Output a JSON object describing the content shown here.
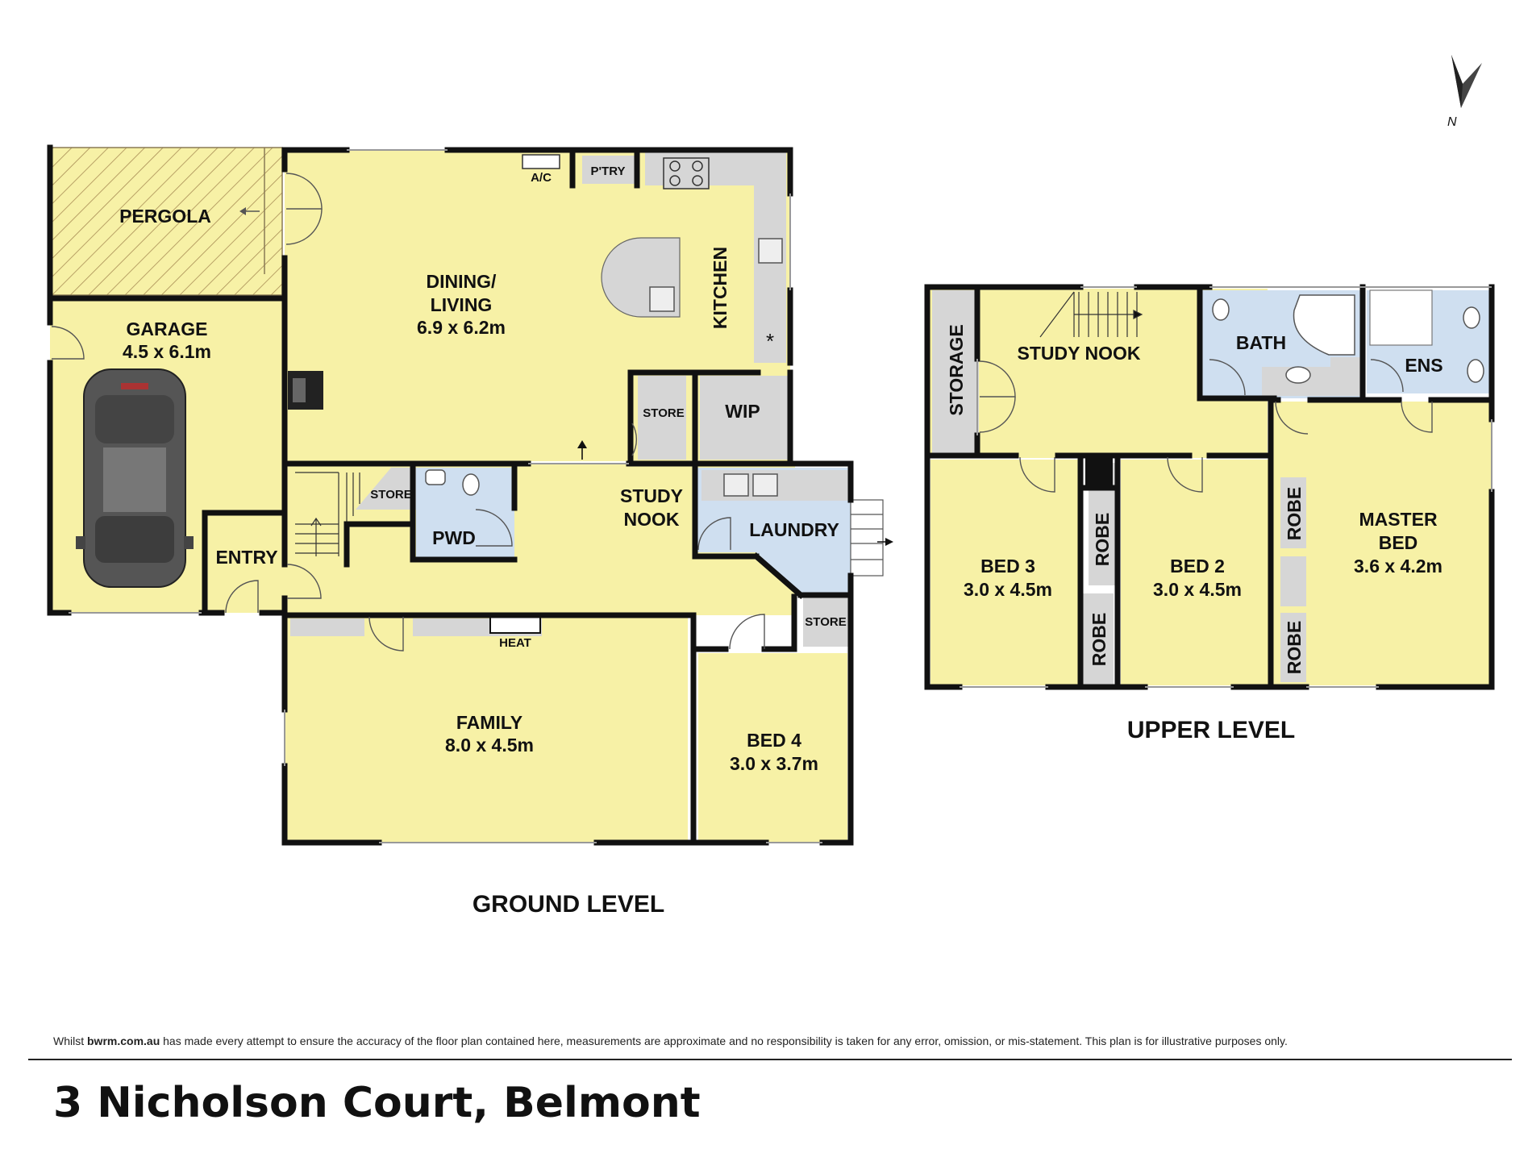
{
  "rooms": {
    "pergola": "PERGOLA",
    "garage": "GARAGE",
    "garage_size": "4.5 x 6.1m",
    "dining": "DINING/",
    "living": "LIVING",
    "dining_size": "6.9 x 6.2m",
    "kitchen": "KITCHEN",
    "ac": "A/C",
    "pantry": "P'TRY",
    "store": "STORE",
    "wip": "WIP",
    "pwd": "PWD",
    "study_nook_1": "STUDY",
    "study_nook_2": "NOOK",
    "laundry": "LAUNDRY",
    "entry": "ENTRY",
    "heat": "HEAT",
    "family": "FAMILY",
    "family_size": "8.0 x 4.5m",
    "bed4": "BED 4",
    "bed4_size": "3.0 x 3.7m",
    "storage": "STORAGE",
    "study_nook_upper": "STUDY NOOK",
    "bath": "BATH",
    "ens": "ENS",
    "bed3": "BED 3",
    "bed3_size": "3.0 x 4.5m",
    "bed2": "BED 2",
    "bed2_size": "3.0 x 4.5m",
    "robe": "ROBE",
    "master_1": "MASTER",
    "master_2": "BED",
    "master_size": "3.6 x 4.2m"
  },
  "levels": {
    "ground": "GROUND LEVEL",
    "upper": "UPPER LEVEL"
  },
  "compass": "N",
  "footer": {
    "disclaimer_pre": "Whilst ",
    "disclaimer_site": "bwrm.com.au",
    "disclaimer_post": " has made every attempt to ensure the accuracy of the floor plan contained here, measurements are approximate and no responsibility is taken for any error, omission, or mis-statement. This plan is for illustrative purposes only.",
    "address": "3 Nicholson Court, Belmont"
  },
  "colors": {
    "room": "#f7f1a6",
    "wet": "#cfdff0",
    "joinery": "#d6d6d6",
    "wall": "#111111"
  }
}
